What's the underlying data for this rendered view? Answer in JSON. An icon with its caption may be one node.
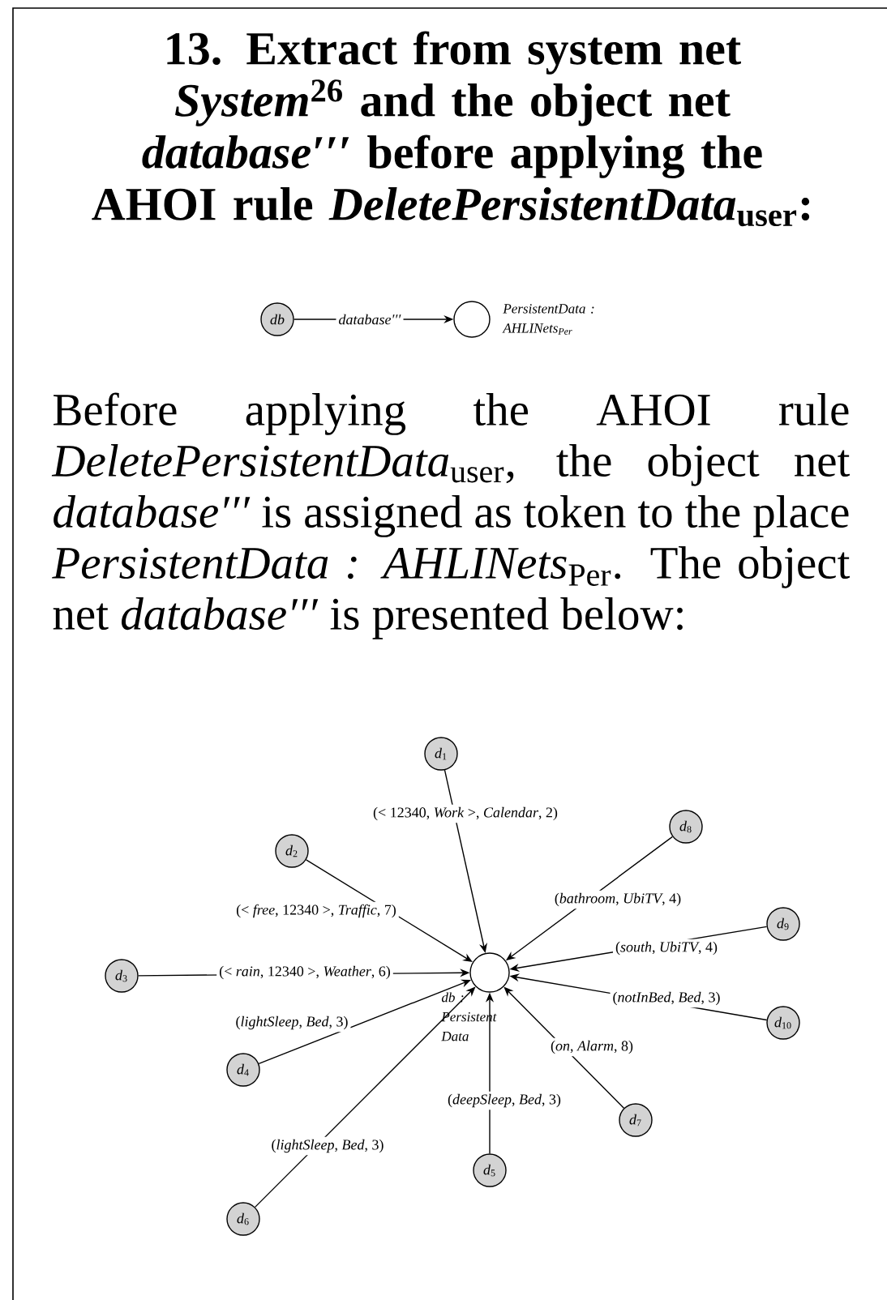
{
  "diagram": {
    "title": "13. Extract from system net *System*$^{26}$ and the object net *database′′′* before applying the AHOI rule *DeletePersistentData*$_{user}$:",
    "nodes": [
      {
        "text": [
          "*db*"
        ]
      },
      {
        "text": [],
        "shape": "circle",
        "beside": [
          "PersistentData : AHLINets$_{Per}$"
        ]
      },
      {
        "text": [],
        "shape": "circle",
        "beside": [
          "db : Persistent Data"
        ]
      },
      {
        "text": [
          "*d*$_{1}$"
        ]
      },
      {
        "text": [
          "*d*$_{2}$"
        ]
      },
      {
        "text": [
          "*d*$_{3}$"
        ]
      },
      {
        "text": [
          "*d*$_{4}$"
        ]
      },
      {
        "text": [
          "*d*$_{5}$"
        ]
      },
      {
        "text": [
          "*d*$_{6}$"
        ]
      },
      {
        "text": [
          "*d*$_{7}$"
        ]
      },
      {
        "text": [
          "*d*$_{8}$"
        ]
      },
      {
        "text": [
          "*d*$_{9}$"
        ]
      },
      {
        "text": [
          "*d*$_{10}$"
        ]
      }
    ],
    "edges": [
      {
        "from": 0,
        "to": 1,
        "arrow": "to",
        "label": "*database′′′*"
      },
      {
        "from": 3,
        "to": 2,
        "arrow": "to",
        "label": "(< 12340, *Work* >, *Calendar*, 2)"
      },
      {
        "from": 4,
        "to": 2,
        "arrow": "to",
        "label": "(< *free*, 12340 >, *Traffic*, 7)"
      },
      {
        "from": 5,
        "to": 2,
        "arrow": "to",
        "label": "(< *rain*, 12340 >, *Weather*, 6)"
      },
      {
        "from": 6,
        "to": 2,
        "arrow": "to",
        "label": "(*lightSleep*, *Bed*, 3)"
      },
      {
        "from": 7,
        "to": 2,
        "arrow": "to",
        "label": "(*deepSleep*, *Bed*, 3)"
      },
      {
        "from": 8,
        "to": 2,
        "arrow": "to",
        "label": "(*lightSleep*, *Bed*, 3)"
      },
      {
        "from": 9,
        "to": 2,
        "arrow": "to",
        "label": "(*on*, *Alarm*, 8)"
      },
      {
        "from": 10,
        "to": 2,
        "arrow": "to",
        "label": "(*bathroom*, *UbiTV*, 4)"
      },
      {
        "from": 11,
        "to": 2,
        "arrow": "to",
        "label": "(*south*, *UbiTV*, 4)"
      },
      {
        "from": 12,
        "to": 2,
        "arrow": "to",
        "label": "(*notInBed*, *Bed*, 3)"
      }
    ],
    "labels": [
      "Before applying the AHOI rule *DeletePersistentData*$_{user}$, the object net *database′′′* is assigned as token to the place *PersistentData : AHLINets*$_{Per}$. The object net *database′′′* is presented below:"
    ]
  }
}
